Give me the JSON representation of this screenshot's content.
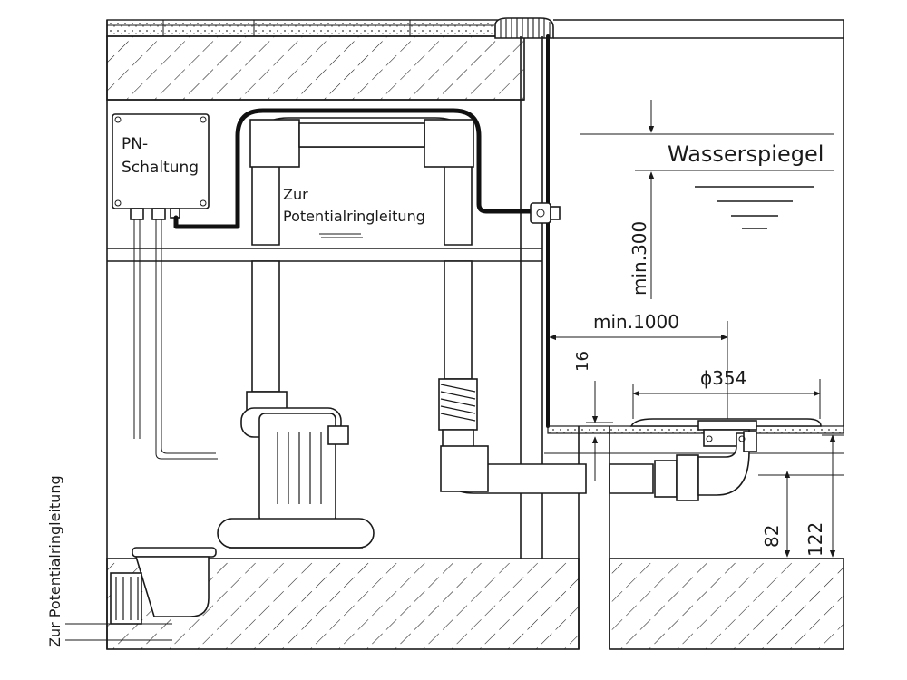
{
  "labels": {
    "switch_box_line1": "PN-",
    "switch_box_line2": "Schaltung",
    "potential_line_1": "Zur",
    "potential_line_2": "Potentialringleitung",
    "potential_vertical": "Zur Potentialringleitung",
    "water_level": "Wasserspiegel"
  },
  "dimensions": {
    "min_depth": "min.300",
    "min_length": "min.1000",
    "diameter": "ϕ354",
    "small_height": "16",
    "height_82": "82",
    "height_122": "122"
  },
  "colors": {
    "line": "#1a1a1a",
    "background": "#ffffff"
  }
}
